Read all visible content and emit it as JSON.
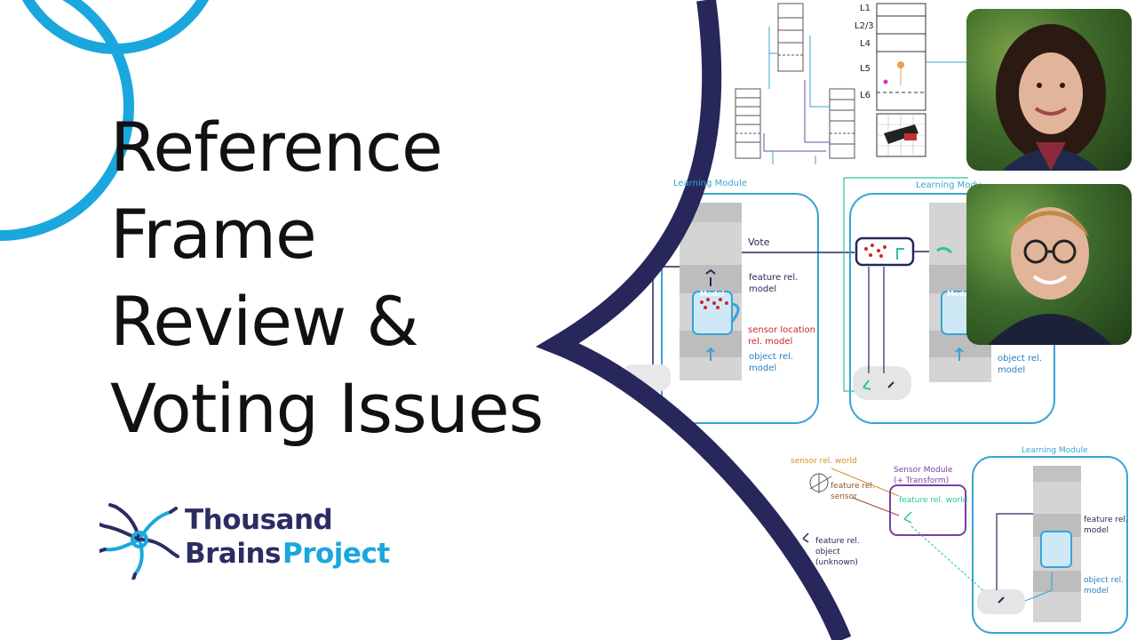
{
  "title": {
    "lines": [
      "Reference",
      "Frame",
      "Review &",
      "Voting Issues"
    ]
  },
  "logo": {
    "line1": "Thousand",
    "line2_part1": "Brains",
    "line2_part2": "Project"
  },
  "diagram": {
    "layers": [
      "L1",
      "L2/3",
      "L4",
      "L5",
      "L6"
    ],
    "lm_title": "Learning Module",
    "lm_title_right_visible": "Learning Modu",
    "vote_label": "Vote",
    "feature_rel_model": [
      "feature rel.",
      "model"
    ],
    "sensor_location_rel_model": [
      "sensor location",
      "rel. model"
    ],
    "object_rel_model": [
      "object rel.",
      "model"
    ],
    "mug_label": "Model",
    "sensor_rel_world": "sensor rel. world",
    "feature_rel_sensor": [
      "feature rel.",
      "sensor"
    ],
    "sensor_module": [
      "Sensor Module",
      "(+ Transform)"
    ],
    "feature_rel_world": "feature rel. world",
    "feature_rel_object": [
      "feature rel.",
      "object",
      "(unknown)"
    ],
    "small_lm_title": "Learning Module",
    "small_feature_rel_model": [
      "feature rel.",
      "model"
    ],
    "small_object_rel_model": [
      "object rel.",
      "model"
    ]
  },
  "colors": {
    "accent_blue": "#1aa7de",
    "brand_navy": "#2b2d62",
    "divider_navy": "#27275c",
    "lm_border": "#3aa3d5",
    "title_text": "#111111",
    "sensor_orange": "#d68f2b",
    "sensor_module_purple": "#7a3fa0",
    "teal_arrow": "#2bc4a0",
    "vote_dot_red": "#d2242c"
  }
}
